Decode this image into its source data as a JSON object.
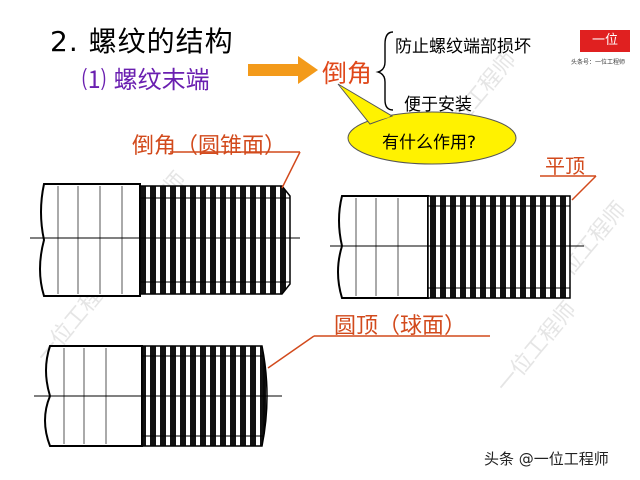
{
  "slide": {
    "heading": "2.  螺纹的结构",
    "subheading": "⑴ 螺纹末端",
    "chamfer_label": "倒角",
    "purposes": [
      "防止螺纹端部损坏",
      "便于安装"
    ],
    "question": "有什么作用?"
  },
  "diagram_labels": {
    "chamfer_cone": "倒角（圆锥面）",
    "flat_top": "平顶",
    "round_top": "圆顶（球面）"
  },
  "watermark": {
    "logo_text": "一位",
    "logo_subtext": "头条号：一位工程师",
    "faint_text": "一位工程师"
  },
  "footer": {
    "source": "头条 @一位工程师"
  },
  "colors": {
    "accent_orange": "#f39a1a",
    "label_red": "#d24a1c",
    "purple": "#6a1fb0",
    "bubble_yellow": "#fff200",
    "logo_red": "#e02020"
  }
}
